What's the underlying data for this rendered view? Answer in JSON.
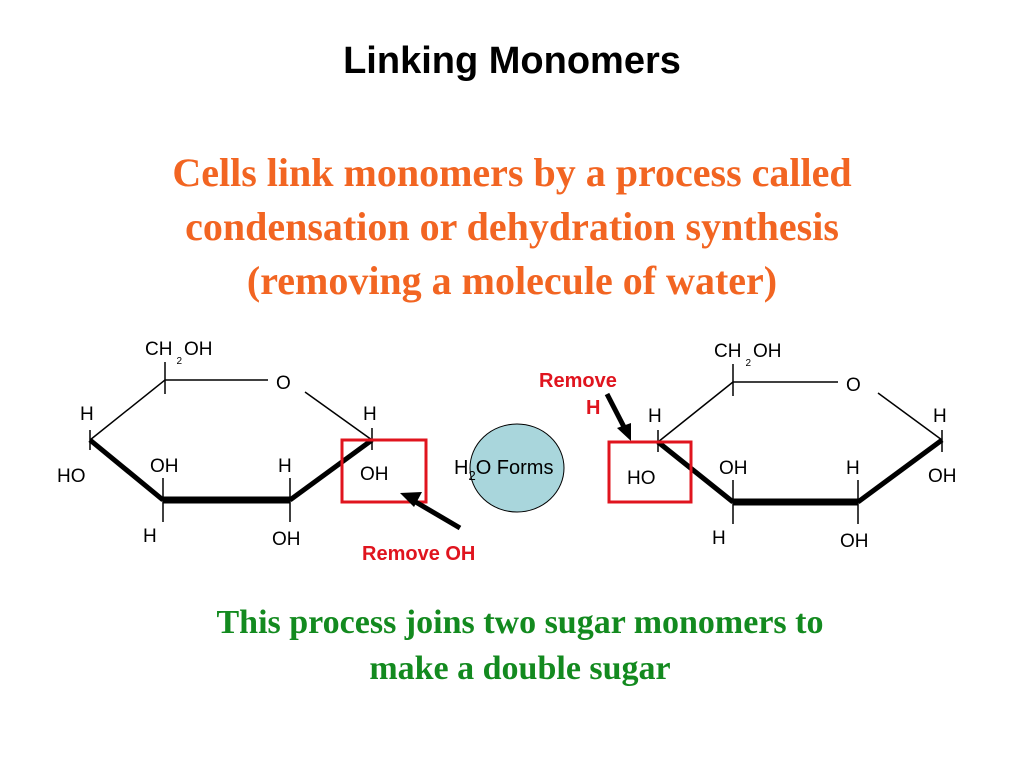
{
  "title": "Linking Monomers",
  "subtitle": {
    "lines": [
      "Cells link monomers by a process called",
      "condensation or dehydration synthesis",
      "(removing a molecule of water)"
    ]
  },
  "left_molecule": {
    "ch2oh": "CH",
    "ch2oh_sub": "2",
    "ch2oh_rest": "OH",
    "ring_o": "O",
    "c5_h": "H",
    "c1_h": "H",
    "c4_ho": "HO",
    "c3_oh": "OH",
    "c2_h": "H",
    "c1_oh": "OH",
    "c3_h": "H",
    "c2_oh": "OH"
  },
  "right_molecule": {
    "ch2oh": "CH",
    "ch2oh_sub": "2",
    "ch2oh_rest": "OH",
    "ring_o": "O",
    "c4_h": "H",
    "c1_h": "H",
    "c4_ho": "HO",
    "c3_oh": "OH",
    "c2_h": "H",
    "c1_oh": "OH",
    "c3_h": "H",
    "c2_oh": "OH"
  },
  "labels": {
    "remove_oh": "Remove OH",
    "remove_h_line1": "Remove",
    "remove_h_line2": "H",
    "water_h": "H",
    "water_sub": "2",
    "water_rest": "O Forms"
  },
  "caption": {
    "lines": [
      "This process joins two sugar monomers to",
      "make a double sugar"
    ]
  },
  "colors": {
    "subtitle": "#f26522",
    "caption": "#138a1f",
    "highlight": "#e0141e",
    "water_circle": "#a9d6dc"
  }
}
